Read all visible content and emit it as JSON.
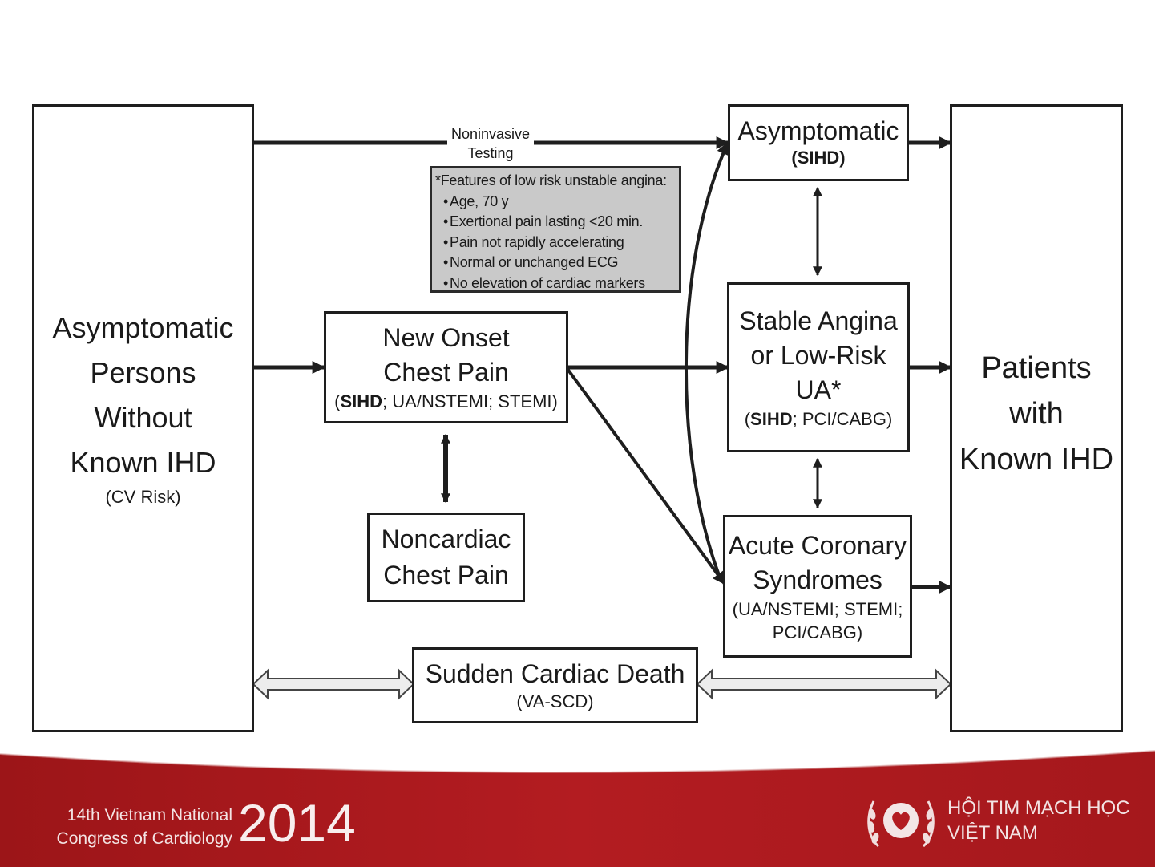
{
  "diagram": {
    "left_box": {
      "title_lines": [
        "Asymptomatic",
        "Persons",
        "Without",
        "Known IHD"
      ],
      "sub": "(CV Risk)"
    },
    "right_box": {
      "title_lines": [
        "Patients",
        "with",
        "Known IHD"
      ]
    },
    "new_onset": {
      "title_lines": [
        "New Onset",
        "Chest Pain"
      ],
      "sub_bold": "SIHD",
      "sub_rest": "; UA/NSTEMI; STEMI)",
      "sub_open": "("
    },
    "noncardiac": {
      "title_lines": [
        "Noncardiac",
        "Chest Pain"
      ]
    },
    "asymptomatic": {
      "title": "Asymptomatic",
      "sub": "(SIHD)"
    },
    "stable_angina": {
      "title_lines": [
        "Stable Angina",
        "or Low-Risk",
        "UA*"
      ],
      "sub_open": "(",
      "sub_bold": "SIHD",
      "sub_rest": "; PCI/CABG)"
    },
    "acs": {
      "title_lines": [
        "Acute Coronary",
        "Syndromes"
      ],
      "sub_lines": [
        "(UA/NSTEMI; STEMI;",
        "PCI/CABG)"
      ]
    },
    "scd": {
      "title": "Sudden Cardiac Death",
      "sub": "(VA-SCD)"
    },
    "noninvasive_label": [
      "Noninvasive",
      "Testing"
    ],
    "low_risk_note": {
      "heading": "*Features of low risk unstable angina:",
      "items": [
        "Age, 70 y",
        "Exertional pain lasting <20 min.",
        "Pain not rapidly accelerating",
        "Normal or unchanged ECG",
        "No elevation of cardiac markers"
      ]
    }
  },
  "footer": {
    "congress_lines": [
      "14th Vietnam National",
      "Congress of Cardiology"
    ],
    "year": "2014",
    "association_lines": [
      "HỘI TIM MẠCH HỌC",
      "VIỆT NAM"
    ],
    "bar_color": "#b01c20"
  }
}
